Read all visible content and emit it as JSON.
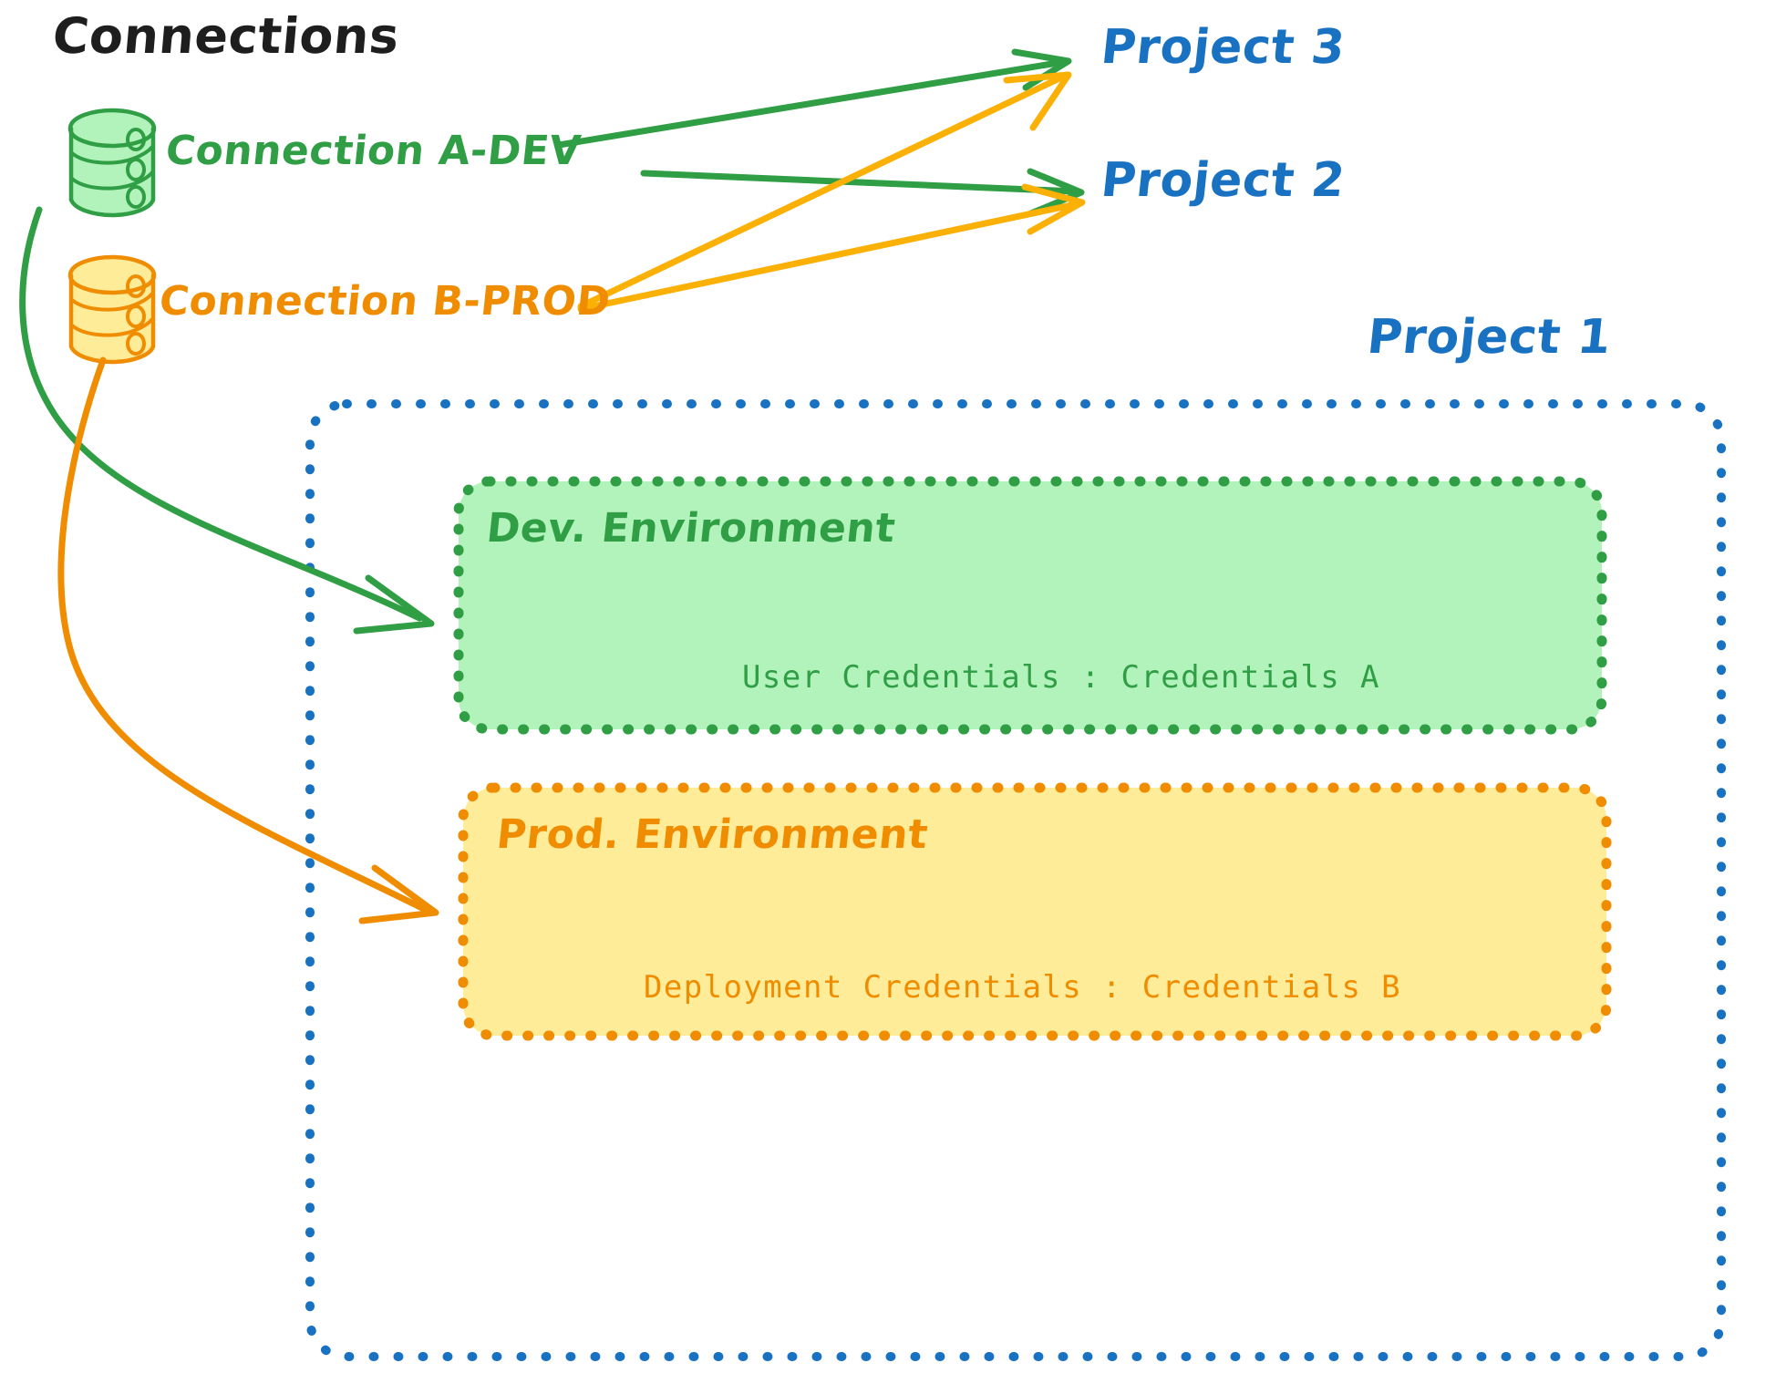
{
  "diagram": {
    "title": "Connections",
    "connections": [
      {
        "id": "a-dev",
        "label": "Connection A-DEV",
        "color": "#2f9e44",
        "fill": "#b2f2bb",
        "icon": "database-icon"
      },
      {
        "id": "b-prod",
        "label": "Connection B-PROD",
        "color": "#f08c00",
        "fill": "#ffec99",
        "icon": "database-icon"
      }
    ],
    "projects": [
      {
        "id": "project-3",
        "label": "Project 3",
        "color": "#1971c2"
      },
      {
        "id": "project-2",
        "label": "Project 2",
        "color": "#1971c2"
      },
      {
        "id": "project-1",
        "label": "Project 1",
        "color": "#1971c2"
      }
    ],
    "project1_container": {
      "label": "Project 1",
      "border_color": "#1971c2",
      "border_style": "dotted"
    },
    "environments": [
      {
        "id": "dev-environment",
        "title": "Dev. Environment",
        "credentials_label": "User Credentials : Credentials A",
        "border_color": "#2f9e44",
        "fill_color": "#b2f2bb",
        "text_color": "#2f9e44"
      },
      {
        "id": "prod-environment",
        "title": "Prod. Environment",
        "credentials_label": "Deployment Credentials : Credentials B",
        "border_color": "#f08c00",
        "fill_color": "#ffec99",
        "text_color": "#f08c00"
      }
    ],
    "edges": [
      {
        "id": "a-dev-to-project-3",
        "from": "a-dev",
        "to": "project-3",
        "color": "#2f9e44"
      },
      {
        "id": "a-dev-to-project-2",
        "from": "a-dev",
        "to": "project-2",
        "color": "#2f9e44"
      },
      {
        "id": "b-prod-to-project-3",
        "from": "b-prod",
        "to": "project-3",
        "color": "#fab005"
      },
      {
        "id": "b-prod-to-project-2",
        "from": "b-prod",
        "to": "project-2",
        "color": "#fab005"
      },
      {
        "id": "a-dev-to-dev-environment",
        "from": "a-dev",
        "to": "dev-environment",
        "color": "#2f9e44"
      },
      {
        "id": "b-prod-to-prod-environment",
        "from": "b-prod",
        "to": "prod-environment",
        "color": "#f08c00"
      }
    ],
    "colors": {
      "green": "#2f9e44",
      "green_fill": "#b2f2bb",
      "orange": "#f08c00",
      "amber": "#fab005",
      "yellow_fill": "#ffec99",
      "blue": "#1971c2",
      "ink": "#1e1e1e",
      "background": "#ffffff"
    }
  }
}
